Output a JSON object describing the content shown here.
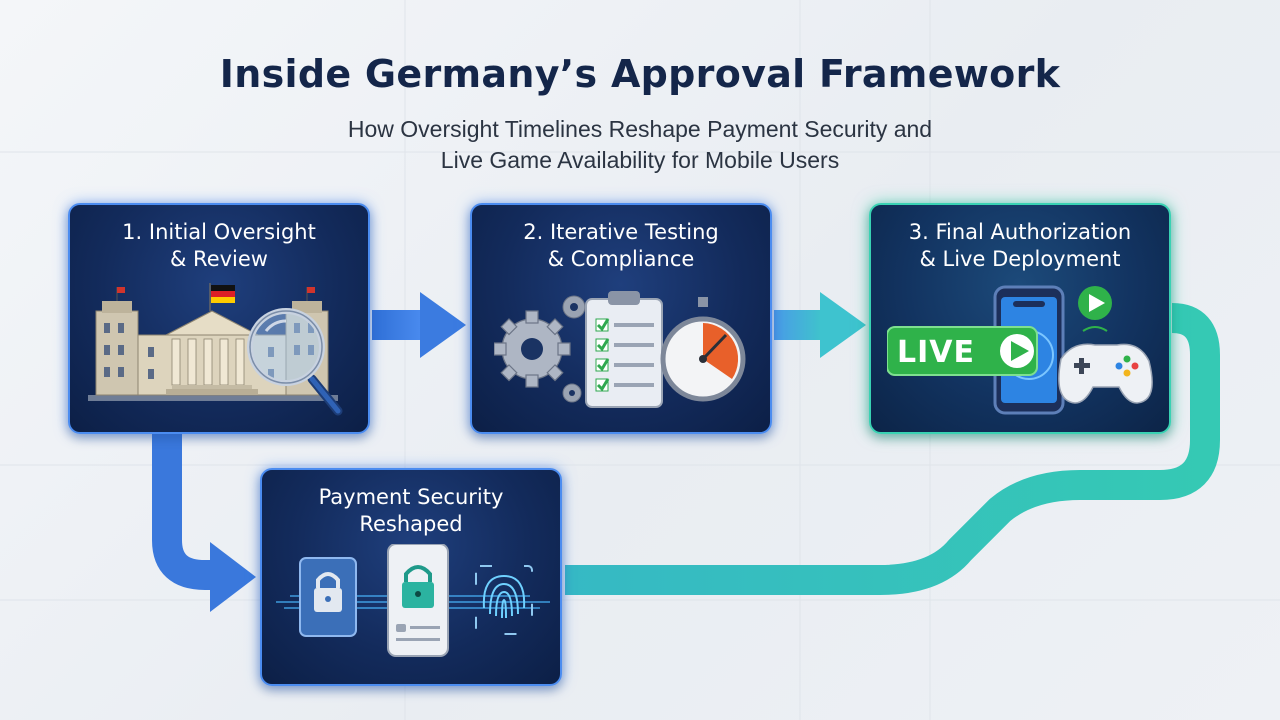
{
  "header": {
    "title": "Inside Germany’s Approval Framework",
    "subtitle_line1": "How Oversight Timelines Reshape Payment Security and",
    "subtitle_line2": "Live Game Availability for Mobile Users"
  },
  "steps": [
    {
      "line1": "1. Initial Oversight",
      "line2": "& Review"
    },
    {
      "line1": "2. Iterative Testing",
      "line2": "& Compliance"
    },
    {
      "line1": "3. Final Authorization",
      "line2": "& Live Deployment"
    }
  ],
  "payment": {
    "line1": "Payment Security",
    "line2": "Reshaped"
  },
  "live_badge": "LIVE",
  "colors": {
    "title": "#14264a",
    "card_blue_border": "#4b8cf0",
    "card_teal_border": "#39d2b3",
    "arrow_blue": "#3b7be0",
    "arrow_teal": "#35c9b4",
    "live_green": "#2fb24a"
  },
  "icons": [
    "reichstag-building-icon",
    "german-flag-icon",
    "magnifying-glass-icon",
    "gears-icon",
    "checklist-clipboard-icon",
    "stopwatch-icon",
    "smartphone-icon",
    "play-button-icon",
    "game-controller-icon",
    "padlock-icon",
    "fingerprint-icon"
  ]
}
